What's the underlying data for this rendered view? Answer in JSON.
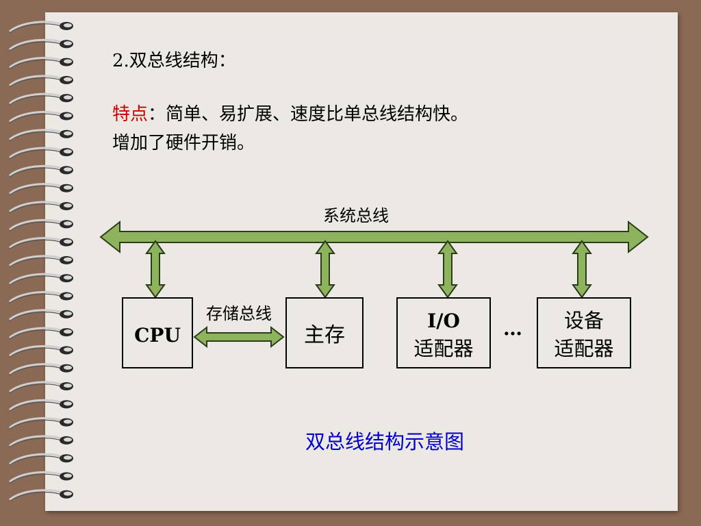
{
  "slide": {
    "section_title": "2.双总线结构：",
    "feature_label": "特点",
    "feature_text": "：简单、易扩展、速度比单总线结构快。",
    "feature_text2": "增加了硬件开销。",
    "caption": "双总线结构示意图"
  },
  "diagram": {
    "system_bus_label": "系统总线",
    "memory_bus_label": "存储总线",
    "cpu_label": "CPU",
    "main_memory_label": "主存",
    "io_adapter_line1": "I/O",
    "io_adapter_line2": "适配器",
    "device_adapter_line1": "设备",
    "device_adapter_line2": "适配器",
    "ellipsis": "…"
  },
  "colors": {
    "arrow_fill": "#8db35c",
    "arrow_stroke": "#2b3a1a",
    "frame": "#8b6a55",
    "paper": "#ece8e3",
    "highlight": "#cc0000",
    "caption": "#0000c8"
  }
}
